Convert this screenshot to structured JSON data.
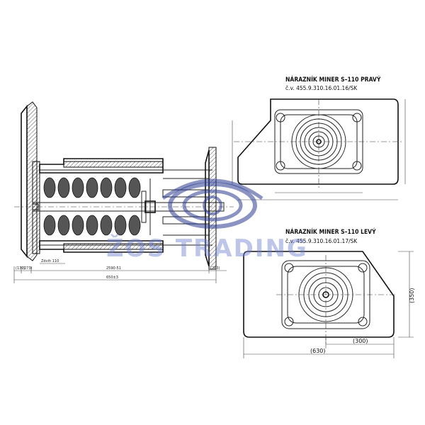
{
  "right_bumper": {
    "title": "NÁRAZNÍK MINER S–110 PRAVÝ",
    "code": "č.v. 455.9.310.16.01.16/SK"
  },
  "left_bumper": {
    "title": "NÁRAZNÍK MINER S–110 LEVÝ",
    "code": "č.v. 455.9.310.16.01.17/SK",
    "dim_height": "(350)",
    "dim_width": "(630)",
    "dim_partial": "(300)"
  },
  "section_view": {
    "dim_total": "650±3",
    "dim_middle": "2590-51",
    "dim_left1": "(130)",
    "dim_left2": "(273)",
    "dim_right": "(263)",
    "stroke_label": "Zdvih 110"
  },
  "watermark": {
    "text": "ŽOS TRADING",
    "color": "#2b3a8f"
  }
}
